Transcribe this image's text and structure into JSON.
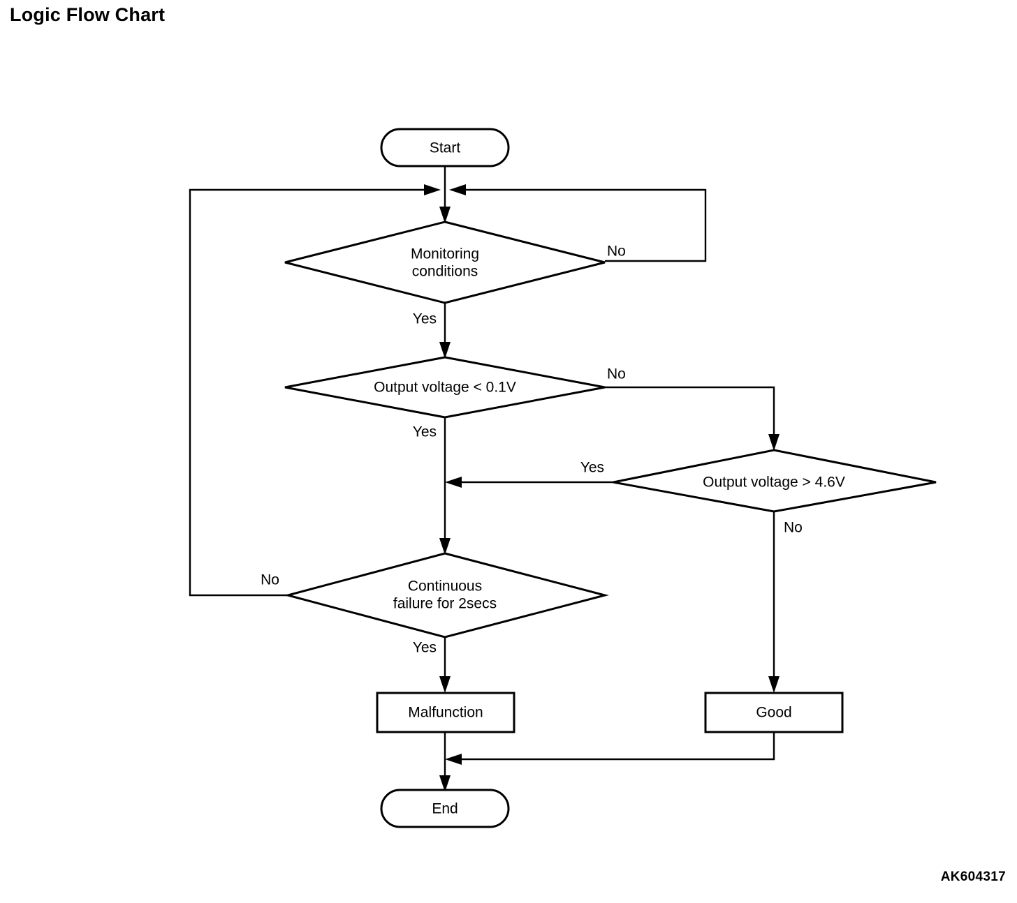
{
  "page": {
    "title": "Logic Flow Chart",
    "reference_code": "AK604317"
  },
  "diagram": {
    "type": "flowchart",
    "nodes": {
      "start": {
        "label": "Start",
        "shape": "stadium"
      },
      "monitoring": {
        "label_line1": "Monitoring",
        "label_line2": "conditions",
        "shape": "diamond"
      },
      "low_voltage": {
        "label": "Output voltage < 0.1V",
        "shape": "diamond"
      },
      "high_voltage": {
        "label": "Output voltage > 4.6V",
        "shape": "diamond"
      },
      "continuous_failure": {
        "label_line1": "Continuous",
        "label_line2": "failure for 2secs",
        "shape": "diamond"
      },
      "malfunction": {
        "label": "Malfunction",
        "shape": "rectangle"
      },
      "good": {
        "label": "Good",
        "shape": "rectangle"
      },
      "end": {
        "label": "End",
        "shape": "stadium"
      }
    },
    "edge_labels": {
      "monitoring_no": "No",
      "monitoring_yes": "Yes",
      "low_voltage_no": "No",
      "low_voltage_yes": "Yes",
      "high_voltage_yes": "Yes",
      "high_voltage_no": "No",
      "continuous_failure_no": "No",
      "continuous_failure_yes": "Yes"
    },
    "colors": {
      "stroke": "#000000",
      "fill": "#ffffff",
      "text": "#000000"
    }
  }
}
